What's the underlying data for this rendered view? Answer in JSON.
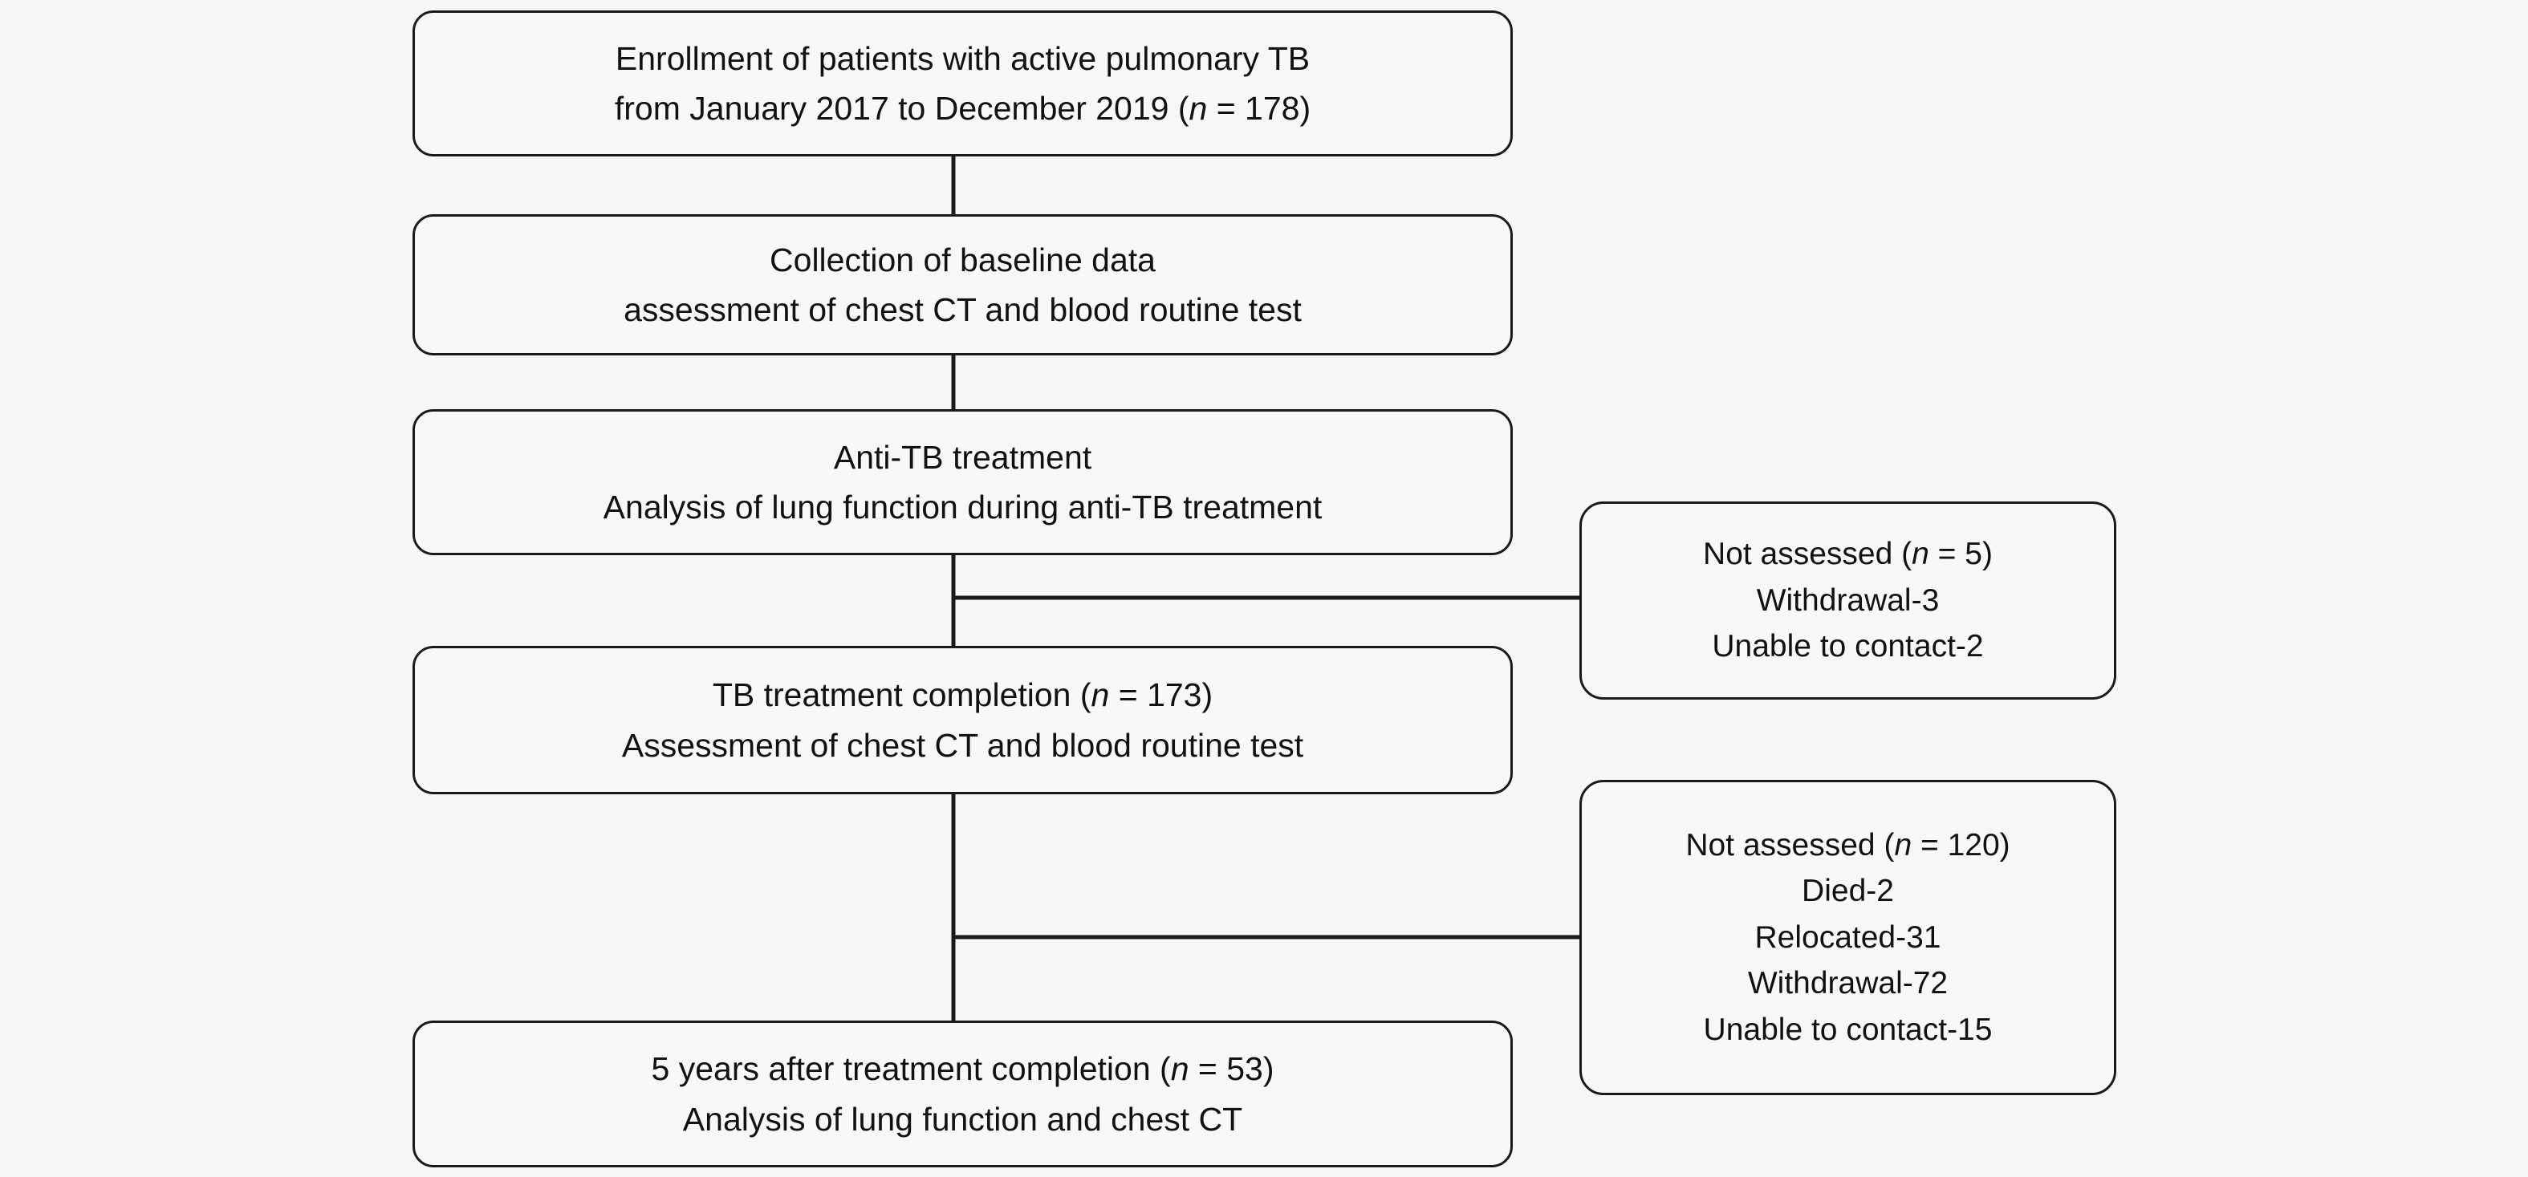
{
  "diagram": {
    "title": "Study enrollment and follow-up flow diagram",
    "stroke_color": "#1a1a1a",
    "background_color": "#f7f7f7",
    "box_fill_color": "#f8f8f8",
    "text_color": "#111111"
  },
  "nodes": {
    "enrollment": {
      "name": "enrollment-box",
      "line1": "Enrollment of patients with active pulmonary TB",
      "line2_pre": "from January 2017 to December 2019 (",
      "line2_n": "n",
      "line2_post": " = 178)"
    },
    "baseline": {
      "name": "baseline-data-box",
      "line1": "Collection of baseline data",
      "line2": "assessment of chest CT and blood routine test"
    },
    "antitb": {
      "name": "anti-tb-treatment-box",
      "line1": "Anti-TB treatment",
      "line2": "Analysis of lung function during anti-TB treatment"
    },
    "completion": {
      "name": "tb-treatment-completion-box",
      "line1_pre": "TB treatment completion (",
      "line1_n": "n",
      "line1_post": " = 173)",
      "line2": "Assessment of chest CT and blood routine test"
    },
    "fiveyear": {
      "name": "five-years-after-completion-box",
      "line1_pre": "5 years after treatment completion (",
      "line1_n": "n",
      "line1_post": " = 53)",
      "line2": "Analysis of lung function and chest CT"
    },
    "excluded_1": {
      "name": "not-assessed-box-1",
      "line1_pre": "Not assessed (",
      "line1_n": "n",
      "line1_post": " = 5)",
      "line2": "Withdrawal-3",
      "line3": "Unable to contact-2"
    },
    "excluded_2": {
      "name": "not-assessed-box-2",
      "line1_pre": "Not assessed (",
      "line1_n": "n",
      "line1_post": " = 120)",
      "line2": "Died-2",
      "line3": "Relocated-31",
      "line4": "Withdrawal-72",
      "line5": "Unable to contact-15"
    }
  },
  "connectors": [
    {
      "name": "connector-enrollment-to-baseline",
      "type": "vertical"
    },
    {
      "name": "connector-baseline-to-antitb",
      "type": "vertical"
    },
    {
      "name": "connector-antitb-to-completion",
      "type": "vertical"
    },
    {
      "name": "connector-branch-to-not-assessed-1",
      "type": "horizontal"
    },
    {
      "name": "connector-completion-to-fiveyear",
      "type": "vertical"
    },
    {
      "name": "connector-branch-to-not-assessed-2",
      "type": "horizontal"
    }
  ]
}
